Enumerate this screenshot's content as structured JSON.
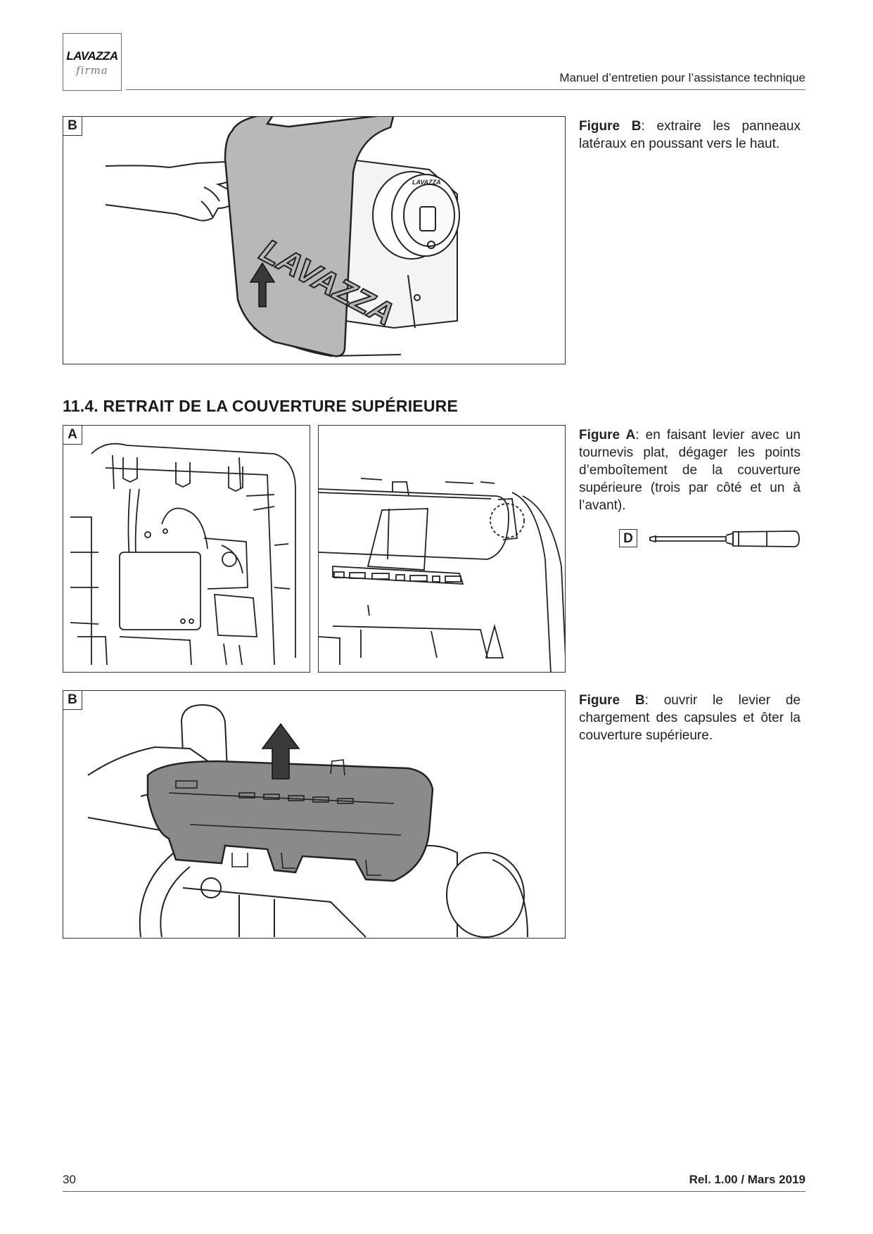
{
  "header": {
    "logo_brand": "LAVAZZA",
    "logo_sub": "firma",
    "title": "Manuel d’entretien pour l’assistance technique"
  },
  "figure_top_b": {
    "label": "B",
    "caption_lead": "Figure B",
    "caption_text": ": extraire les panneaux latéraux en poussant vers le haut.",
    "panel_brand": "LAVAZZA",
    "display_brand": "LAVAZZA"
  },
  "section": {
    "heading": "11.4. RETRAIT DE LA COUVERTURE SUPÉRIEURE"
  },
  "figure_a": {
    "label": "A",
    "caption_lead": "Figure A",
    "caption_text": ": en faisant levier avec un tournevis plat, dégager les points d’emboîtement de la couverture supérieure (trois par côté et un à l’avant)."
  },
  "tool_d": {
    "label": "D"
  },
  "figure_bottom_b": {
    "label": "B",
    "caption_lead": "Figure B",
    "caption_text": ": ouvrir le levier de chargement des capsules et ôter la couverture supérieure."
  },
  "footer": {
    "page_number": "30",
    "release": "Rel. 1.00 / Mars 2019"
  },
  "colors": {
    "panel_gray": "#b8b8b8",
    "cover_gray": "#8a8a8a",
    "arrow_dark": "#3a3a3a",
    "line": "#222222"
  }
}
